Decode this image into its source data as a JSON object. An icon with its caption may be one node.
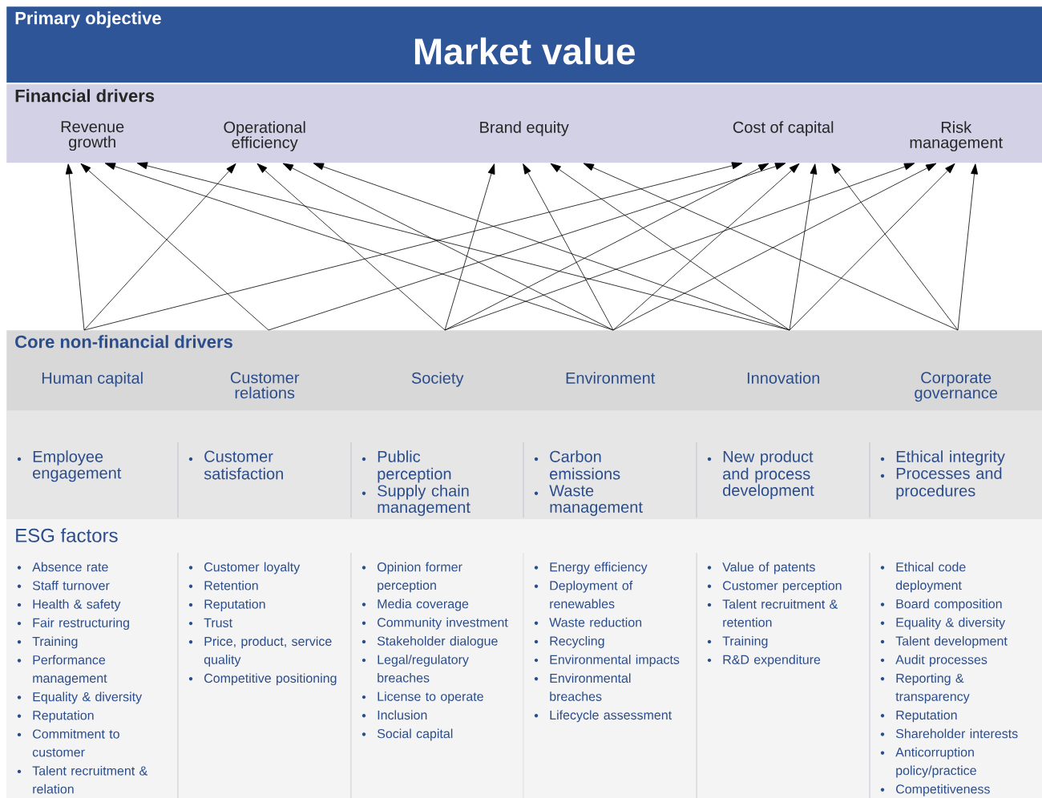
{
  "diagram": {
    "nodes": [
      {
        "text": [
          "Primary objective",
          "Market value"
        ]
      },
      {
        "text": [
          "Financial drivers"
        ]
      },
      {
        "text": [
          "Revenue growth"
        ],
        "in": 1
      },
      {
        "text": [
          "Operational efficiency"
        ],
        "in": 1
      },
      {
        "text": [
          "Brand equity"
        ],
        "in": 1
      },
      {
        "text": [
          "Cost of capital"
        ],
        "in": 1
      },
      {
        "text": [
          "Risk management"
        ],
        "in": 1
      },
      {
        "text": [
          "Core non-financial drivers"
        ]
      },
      {
        "text": [
          "Human capital"
        ],
        "in": 7
      },
      {
        "text": [
          "Customer relations"
        ],
        "in": 7
      },
      {
        "text": [
          "Society"
        ],
        "in": 7
      },
      {
        "text": [
          "Environment"
        ],
        "in": 7
      },
      {
        "text": [
          "Innovation"
        ],
        "in": 7
      },
      {
        "text": [
          "Corporate governance"
        ],
        "in": 7
      }
    ],
    "edges": [
      {
        "from": 8,
        "to": 2,
        "arrow": "to"
      },
      {
        "from": 9,
        "to": 2,
        "arrow": "to"
      },
      {
        "from": 11,
        "to": 2,
        "arrow": "to"
      },
      {
        "from": 12,
        "to": 2,
        "arrow": "to"
      },
      {
        "from": 8,
        "to": 3,
        "arrow": "to"
      },
      {
        "from": 10,
        "to": 3,
        "arrow": "to"
      },
      {
        "from": 11,
        "to": 3,
        "arrow": "to"
      },
      {
        "from": 12,
        "to": 3,
        "arrow": "to"
      },
      {
        "from": 10,
        "to": 4,
        "arrow": "to"
      },
      {
        "from": 11,
        "to": 4,
        "arrow": "to"
      },
      {
        "from": 12,
        "to": 4,
        "arrow": "to"
      },
      {
        "from": 13,
        "to": 4,
        "arrow": "to"
      },
      {
        "from": 8,
        "to": 5,
        "arrow": "to"
      },
      {
        "from": 10,
        "to": 5,
        "arrow": "to"
      },
      {
        "from": 9,
        "to": 5,
        "arrow": "to"
      },
      {
        "from": 11,
        "to": 5,
        "arrow": "to"
      },
      {
        "from": 12,
        "to": 5,
        "arrow": "to"
      },
      {
        "from": 13,
        "to": 5,
        "arrow": "to"
      },
      {
        "from": 10,
        "to": 6,
        "arrow": "to"
      },
      {
        "from": 11,
        "to": 6,
        "arrow": "to"
      },
      {
        "from": 12,
        "to": 6,
        "arrow": "to"
      },
      {
        "from": 13,
        "to": 6,
        "arrow": "to"
      }
    ],
    "labels": [
      "Employee engagement",
      "Customer satisfaction",
      "Public perception",
      "Supply chain management",
      "Carbon emissions",
      "Waste management",
      "New product and process development",
      "Ethical integrity",
      "Processes and procedures",
      "ESG factors",
      "Absence rate",
      "Staff turnover",
      "Health & safety",
      "Fair restructuring",
      "Training",
      "Performance management",
      "Equality & diversity",
      "Reputation",
      "Commitment to customer",
      "Talent recruitment & relation",
      "Customer loyalty",
      "Retention",
      "Reputation",
      "Trust",
      "Price, product, service quality",
      "Competitive positioning",
      "Opinion former perception",
      "Media coverage",
      "Community investment",
      "Stakeholder dialogue",
      "Legal/regulatory breaches",
      "License to operate",
      "Inclusion",
      "Social capital",
      "Energy efficiency",
      "Deployment of renewables",
      "Waste reduction",
      "Recycling",
      "Environmental impacts",
      "Environmental breaches",
      "Lifecycle assessment",
      "Value of patents",
      "Customer perception",
      "Talent recruitment & retention",
      "Training",
      "R&D expenditure",
      "Ethical code deployment",
      "Board composition",
      "Equality & diversity",
      "Talent development",
      "Audit processes",
      "Reporting & transparency",
      "Reputation",
      "Shareholder interests",
      "Anticorruption policy/practice",
      "Competitiveness"
    ]
  }
}
